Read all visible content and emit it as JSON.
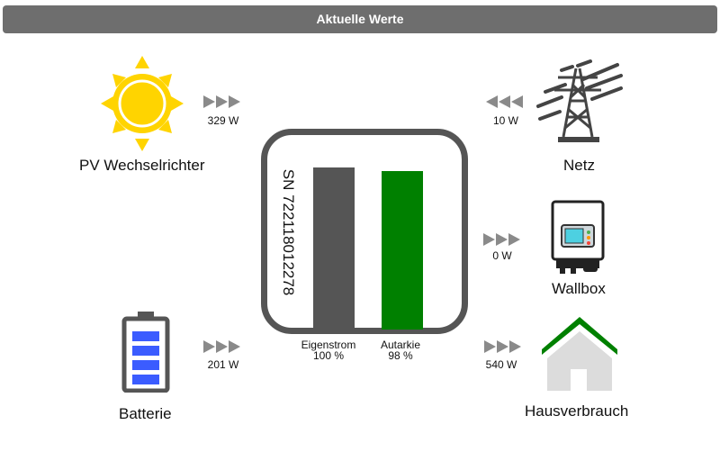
{
  "header": {
    "title": "Aktuelle Werte"
  },
  "pv": {
    "label": "PV Wechselrichter",
    "power": "329 W",
    "icon": "sun-icon"
  },
  "grid": {
    "label": "Netz",
    "power": "10 W",
    "icon": "power-pylon-icon"
  },
  "wallbox": {
    "label": "Wallbox",
    "power": "0 W",
    "icon": "wallbox-icon"
  },
  "battery": {
    "label": "Batterie",
    "power": "201 W",
    "icon": "battery-icon"
  },
  "house": {
    "label": "Hausverbrauch",
    "power": "540 W",
    "icon": "house-icon"
  },
  "inverter": {
    "serial": "SN 722118012278",
    "eigenstrom": {
      "label": "Eigenstrom",
      "value": "100 %",
      "fraction": 1.0,
      "color": "#555555"
    },
    "autarkie": {
      "label": "Autarkie",
      "value": "98 %",
      "fraction": 0.98,
      "color": "#008000"
    }
  },
  "colors": {
    "arrow": "#8a8a8a",
    "sun": "#ffd400",
    "battery_cells": "#3b5cff",
    "house_roof": "#008000",
    "frame": "#555555"
  }
}
